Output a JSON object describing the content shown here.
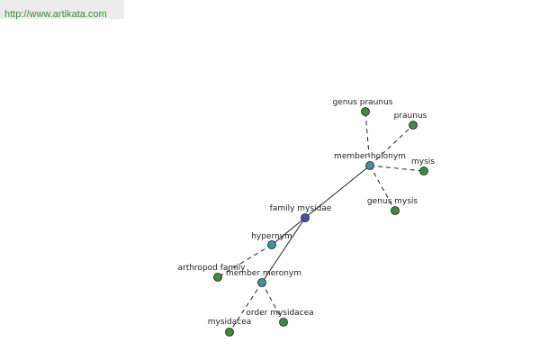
{
  "header": {
    "url": "http://www.artikata.com"
  },
  "graph": {
    "colors": {
      "root": "#4a4fa0",
      "relation": "#3f9494",
      "leaf": "#3d8a3d",
      "edge": "#222222"
    },
    "nodes": [
      {
        "id": "family-mysidae",
        "label": "family mysidae",
        "kind": "root"
      },
      {
        "id": "member-holonym",
        "label": "member holonym",
        "kind": "relation"
      },
      {
        "id": "hypernym",
        "label": "hypernym",
        "kind": "relation"
      },
      {
        "id": "member-meronym",
        "label": "member meronym",
        "kind": "relation"
      },
      {
        "id": "genus-praunus",
        "label": "genus praunus",
        "kind": "leaf"
      },
      {
        "id": "praunus",
        "label": "praunus",
        "kind": "leaf"
      },
      {
        "id": "mysis",
        "label": "mysis",
        "kind": "leaf"
      },
      {
        "id": "genus-mysis",
        "label": "genus mysis",
        "kind": "leaf"
      },
      {
        "id": "arthropod-family",
        "label": "arthropod family",
        "kind": "leaf"
      },
      {
        "id": "mysidacea",
        "label": "mysidacea",
        "kind": "leaf"
      },
      {
        "id": "order-mysidacea",
        "label": "order mysidacea",
        "kind": "leaf"
      }
    ],
    "edges": [
      {
        "from": "family-mysidae",
        "to": "member-holonym",
        "style": "solid"
      },
      {
        "from": "family-mysidae",
        "to": "hypernym",
        "style": "solid"
      },
      {
        "from": "family-mysidae",
        "to": "member-meronym",
        "style": "solid"
      },
      {
        "from": "member-holonym",
        "to": "genus-praunus",
        "style": "dashed"
      },
      {
        "from": "member-holonym",
        "to": "praunus",
        "style": "dashed"
      },
      {
        "from": "member-holonym",
        "to": "mysis",
        "style": "dashed"
      },
      {
        "from": "member-holonym",
        "to": "genus-mysis",
        "style": "dashed"
      },
      {
        "from": "hypernym",
        "to": "arthropod-family",
        "style": "dashed"
      },
      {
        "from": "member-meronym",
        "to": "mysidacea",
        "style": "dashed"
      },
      {
        "from": "member-meronym",
        "to": "order-mysidacea",
        "style": "dashed"
      }
    ]
  }
}
